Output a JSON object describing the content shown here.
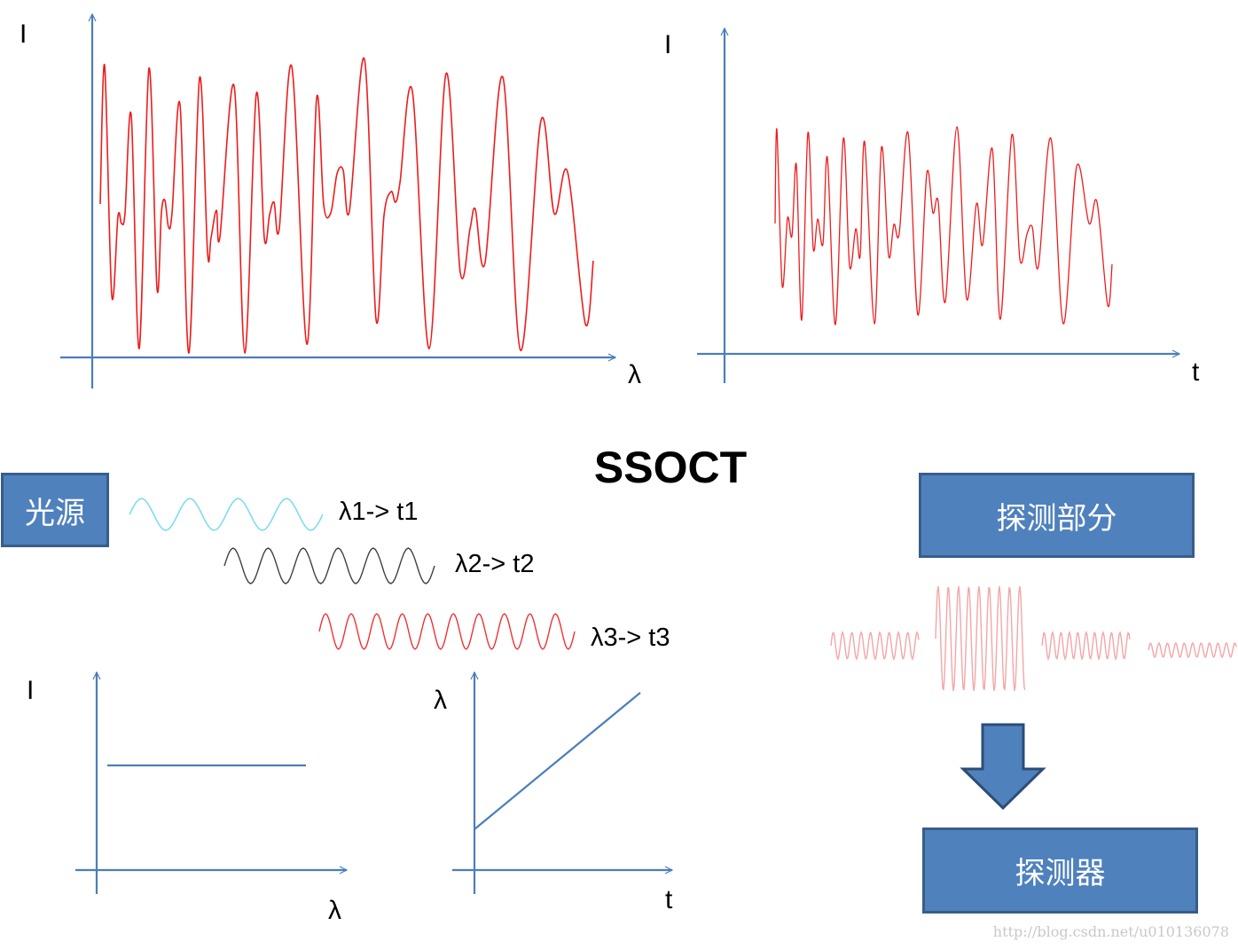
{
  "title": "SSOCT",
  "boxes": {
    "light_source": "光源",
    "detection_part": "探测部分",
    "detector": "探测器"
  },
  "axis_labels": {
    "top_left_y": "I",
    "top_left_x": "λ",
    "top_right_y": "I",
    "top_right_x": "t",
    "bottom_left_y": "I",
    "bottom_left_x": "λ",
    "bottom_mid_y": "λ",
    "bottom_mid_x": "t"
  },
  "wavelength_mapping": [
    {
      "label": "λ1-> t1",
      "color": "#7fdcf0"
    },
    {
      "label": "λ2-> t2",
      "color": "#404040"
    },
    {
      "label": "λ3-> t3",
      "color": "#ee3333"
    }
  ],
  "colors": {
    "axis": "#4a7ebb",
    "signal": "#ee1c1c",
    "detector_signal": "#f4a6a6",
    "box_fill": "#4f81bd",
    "box_border": "#385d8a",
    "arrow_fill": "#4f81bd",
    "arrow_stroke": "#2c4d75"
  },
  "watermark": "http://blog.csdn.net/u010136078"
}
